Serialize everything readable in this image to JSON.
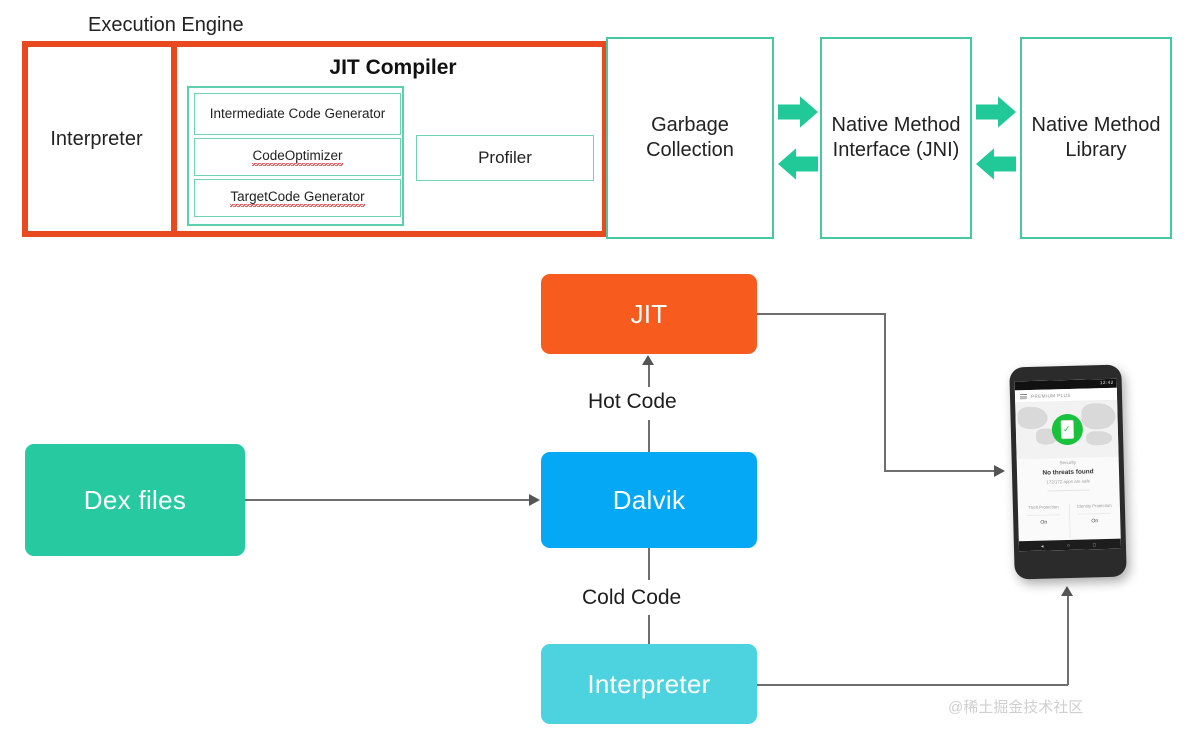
{
  "diagram": {
    "execution_engine": {
      "title": "Execution Engine",
      "interpreter_label": "Interpreter",
      "jit_compiler_title": "JIT Compiler",
      "code_generators": [
        "Intermediate Code Generator",
        "CodeOptimizer",
        "TargetCode Generator"
      ],
      "profiler_label": "Profiler"
    },
    "runtime_boxes": [
      {
        "label": "Garbage Collection"
      },
      {
        "label": "Native Method Interface (JNI)"
      },
      {
        "label": "Native Method Library"
      }
    ],
    "flow": {
      "nodes": [
        {
          "id": "dex",
          "label": "Dex files",
          "color": "#26C9A0"
        },
        {
          "id": "jit",
          "label": "JIT",
          "color": "#F75C1E"
        },
        {
          "id": "dalvik",
          "label": "Dalvik",
          "color": "#05A8F5"
        },
        {
          "id": "interpreter",
          "label": "Interpreter",
          "color": "#4DD3E0"
        }
      ],
      "edge_labels": {
        "hot": "Hot Code",
        "cold": "Cold Code"
      }
    },
    "phone": {
      "app_title": "PREMIUM PLUS",
      "status_time": "12:42",
      "secure_label": "Security",
      "headline": "No threats found",
      "subtext": "172/172 apps are safe",
      "columns": [
        {
          "title": "Theft Protection",
          "value": "On"
        },
        {
          "title": "Identity Protection",
          "value": "On"
        }
      ]
    },
    "colors": {
      "orange_frame": "#E8491F",
      "green_border": "#46C9A3",
      "teal_arrow": "#20C997",
      "line_gray": "#6E6E6E"
    },
    "watermark": "@稀土掘金技术社区"
  }
}
